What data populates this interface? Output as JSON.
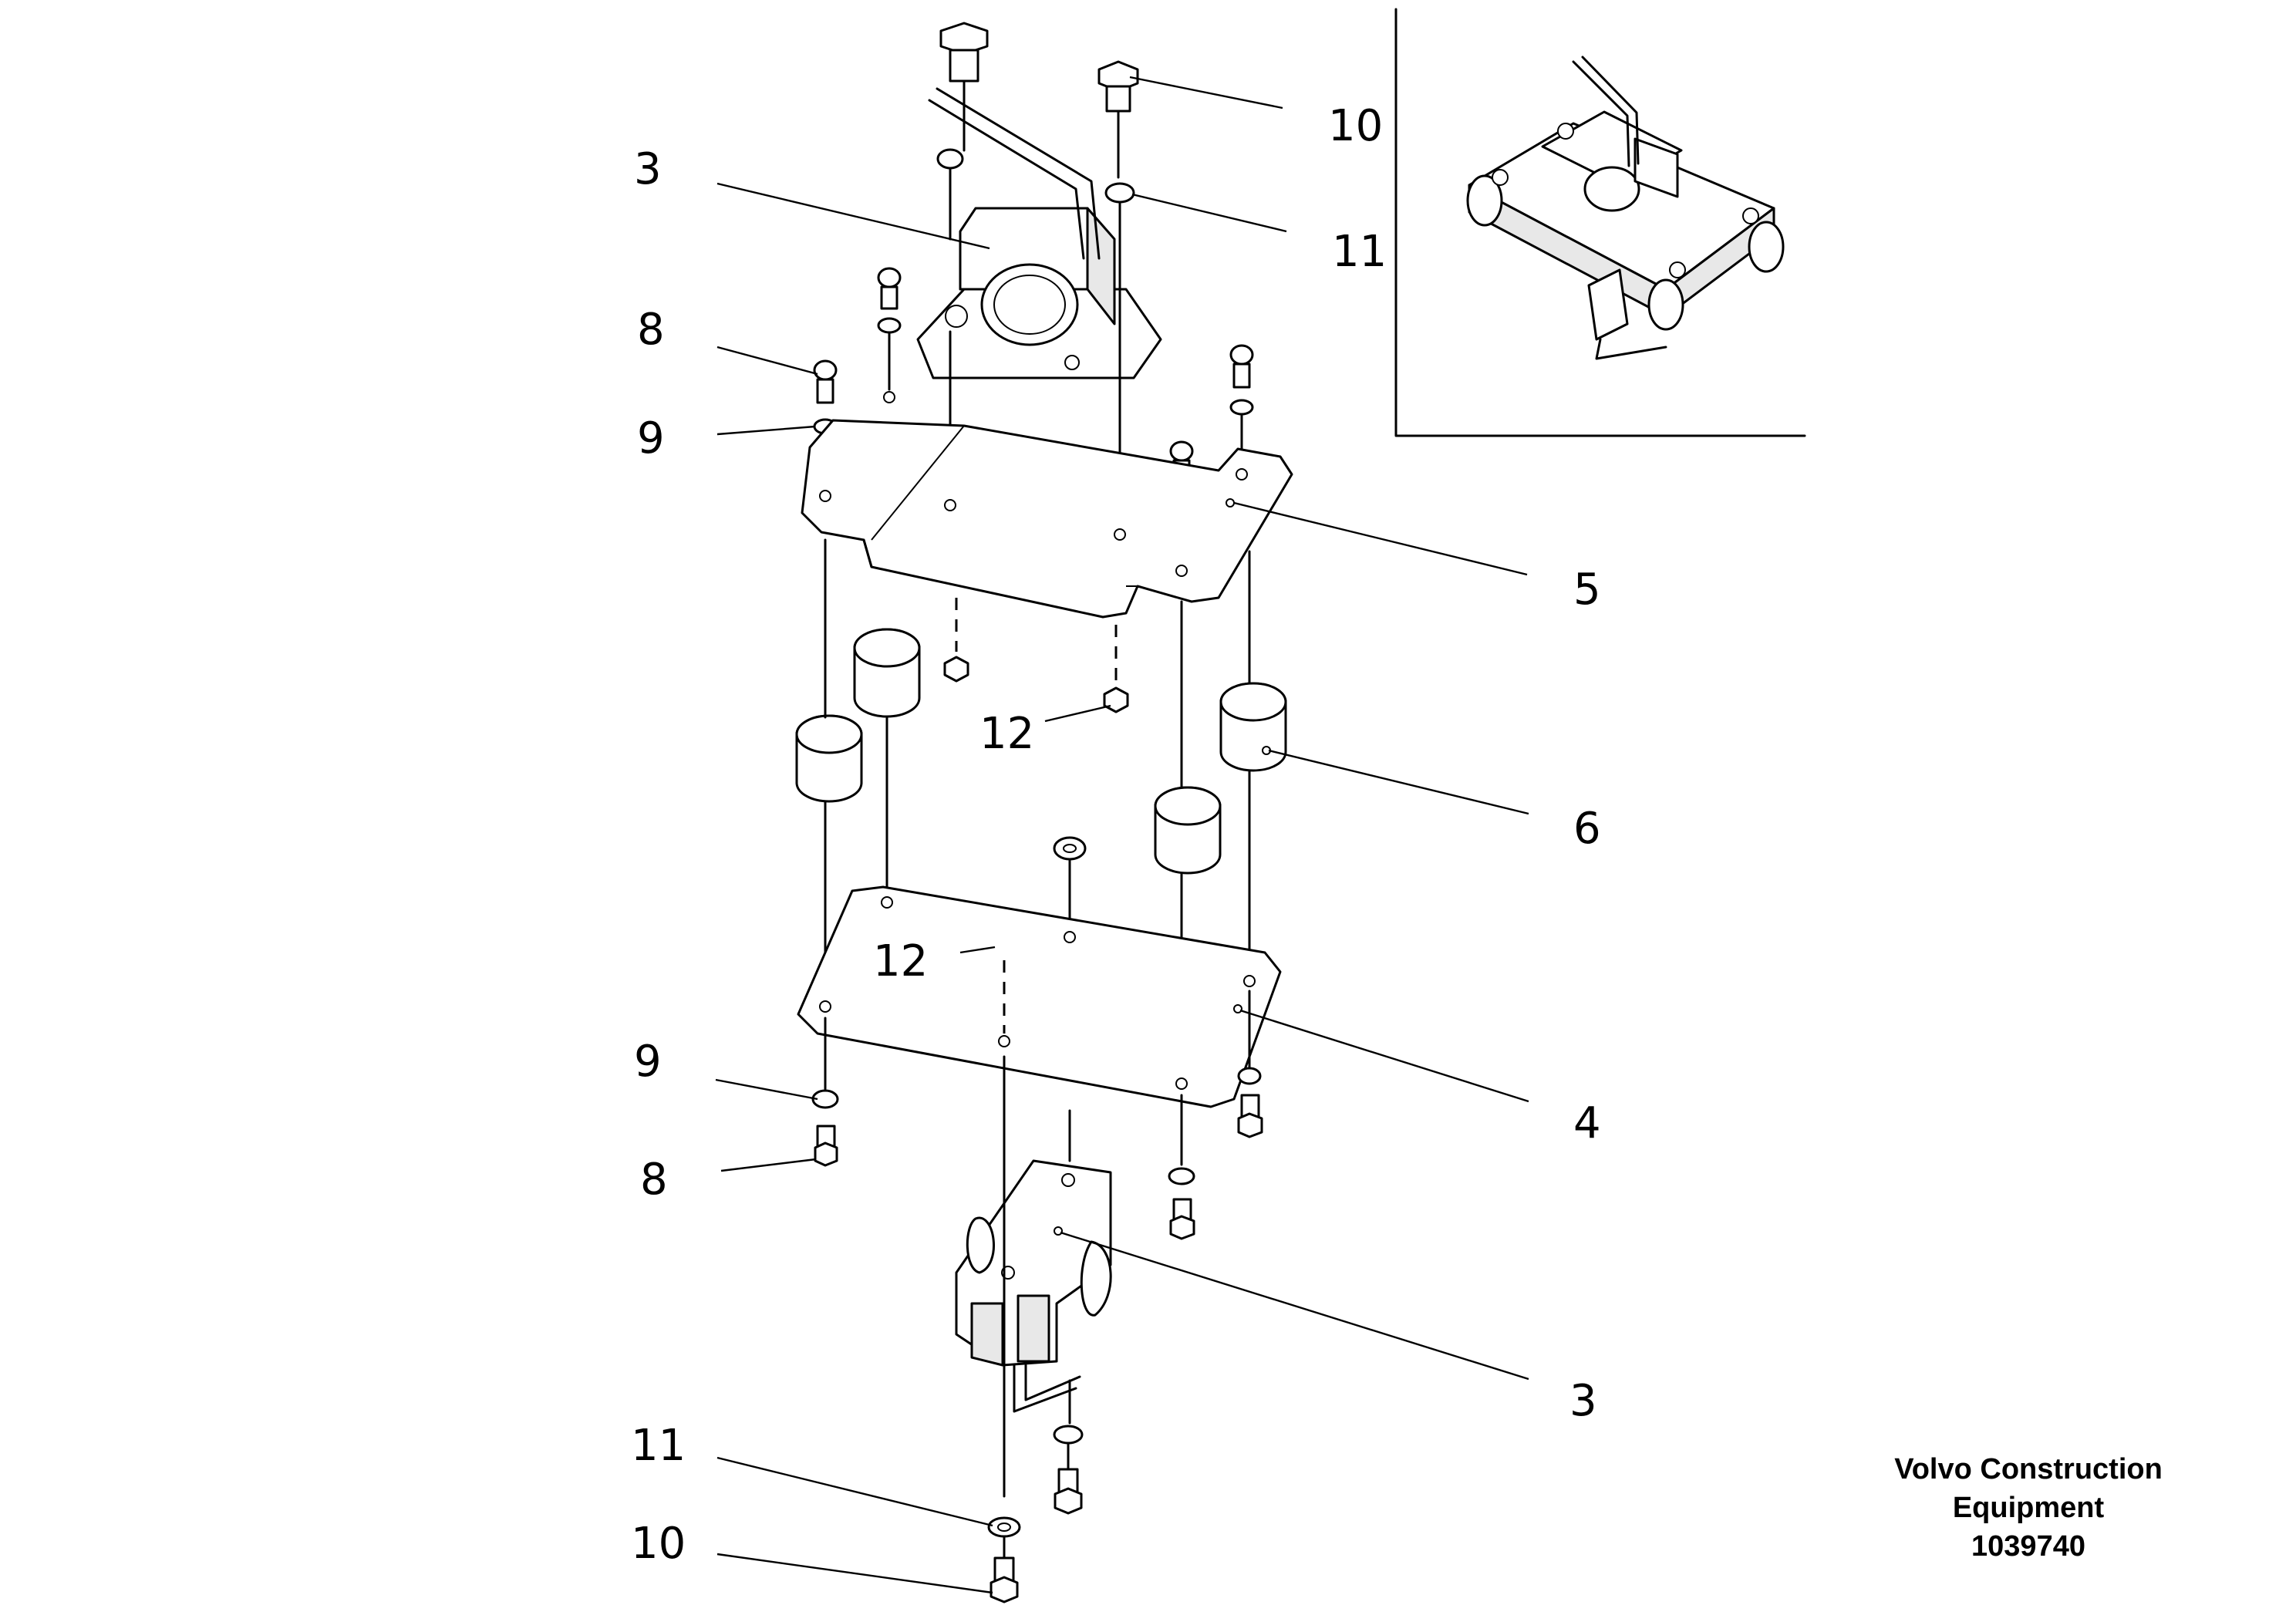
{
  "callouts": {
    "c3_top": "3",
    "c10_top": "10",
    "c11_top": "11",
    "c8_top": "8",
    "c9_top": "9",
    "c5": "5",
    "c12_upper": "12",
    "c6": "6",
    "c12_lower": "12",
    "c9_bottom": "9",
    "c4": "4",
    "c8_bottom": "8",
    "c3_bottom": "3",
    "c11_bottom": "11",
    "c10_bottom": "10"
  },
  "credit": {
    "line1": "Volvo Construction",
    "line2": "Equipment",
    "line3": "1039740"
  }
}
